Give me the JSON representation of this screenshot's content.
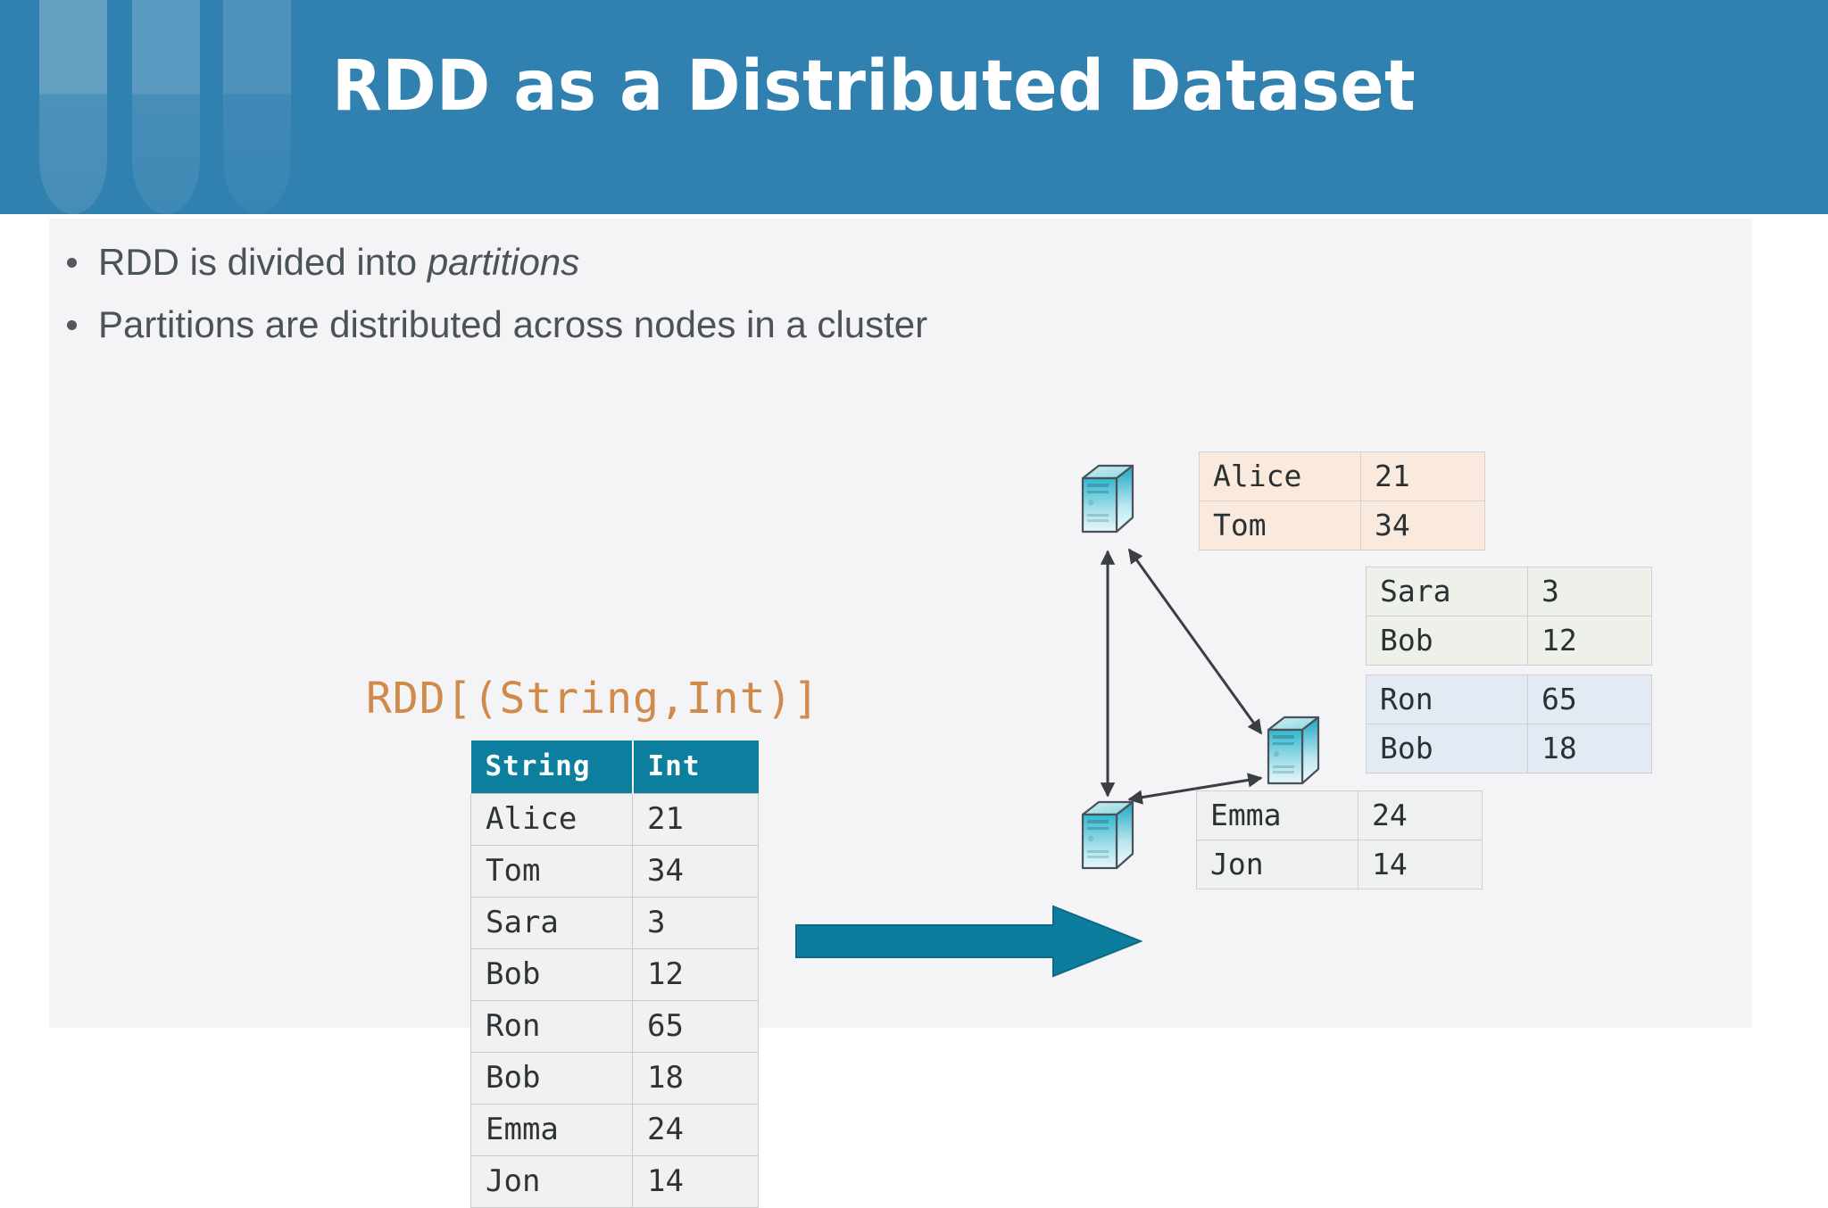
{
  "header": {
    "title": "RDD as a Distributed Dataset",
    "background_color": "#3080b0"
  },
  "bullets": [
    {
      "text_before": "RDD is divided into ",
      "emphasis": "partitions",
      "text_after": ""
    },
    {
      "text_before": "Partitions are distributed across nodes in a cluster",
      "emphasis": "",
      "text_after": ""
    }
  ],
  "source": {
    "type_label": "RDD[(String,Int)]",
    "type_label_color": "#d08a4a",
    "header_color": "#0d7f9e",
    "columns": [
      "String",
      "Int"
    ],
    "rows": [
      {
        "key": "Alice",
        "value": "21"
      },
      {
        "key": "Tom",
        "value": "34"
      },
      {
        "key": "Sara",
        "value": "3"
      },
      {
        "key": "Bob",
        "value": "12"
      },
      {
        "key": "Ron",
        "value": "65"
      },
      {
        "key": "Bob",
        "value": "18"
      },
      {
        "key": "Emma",
        "value": "24"
      },
      {
        "key": "Jon",
        "value": "14"
      }
    ]
  },
  "transform_arrow": {
    "icon": "right-block-arrow-icon",
    "color": "#0d7d9e"
  },
  "cluster": {
    "node_icon": "server-node-icon",
    "link_icon": "double-headed-arrow-icon",
    "partitions": [
      {
        "name": "partition-1",
        "fill": "#faeade",
        "rows": [
          {
            "key": "Alice",
            "value": "21"
          },
          {
            "key": "Tom",
            "value": "34"
          }
        ]
      },
      {
        "name": "partition-2",
        "fill": "#eef1ea",
        "rows": [
          {
            "key": "Sara",
            "value": "3"
          },
          {
            "key": "Bob",
            "value": "12"
          }
        ]
      },
      {
        "name": "partition-3",
        "fill": "#e3eaf3",
        "rows": [
          {
            "key": "Ron",
            "value": "65"
          },
          {
            "key": "Bob",
            "value": "18"
          }
        ]
      },
      {
        "name": "partition-4",
        "fill": "#eff0f0",
        "rows": [
          {
            "key": "Emma",
            "value": "24"
          },
          {
            "key": "Jon",
            "value": "14"
          }
        ]
      }
    ]
  }
}
